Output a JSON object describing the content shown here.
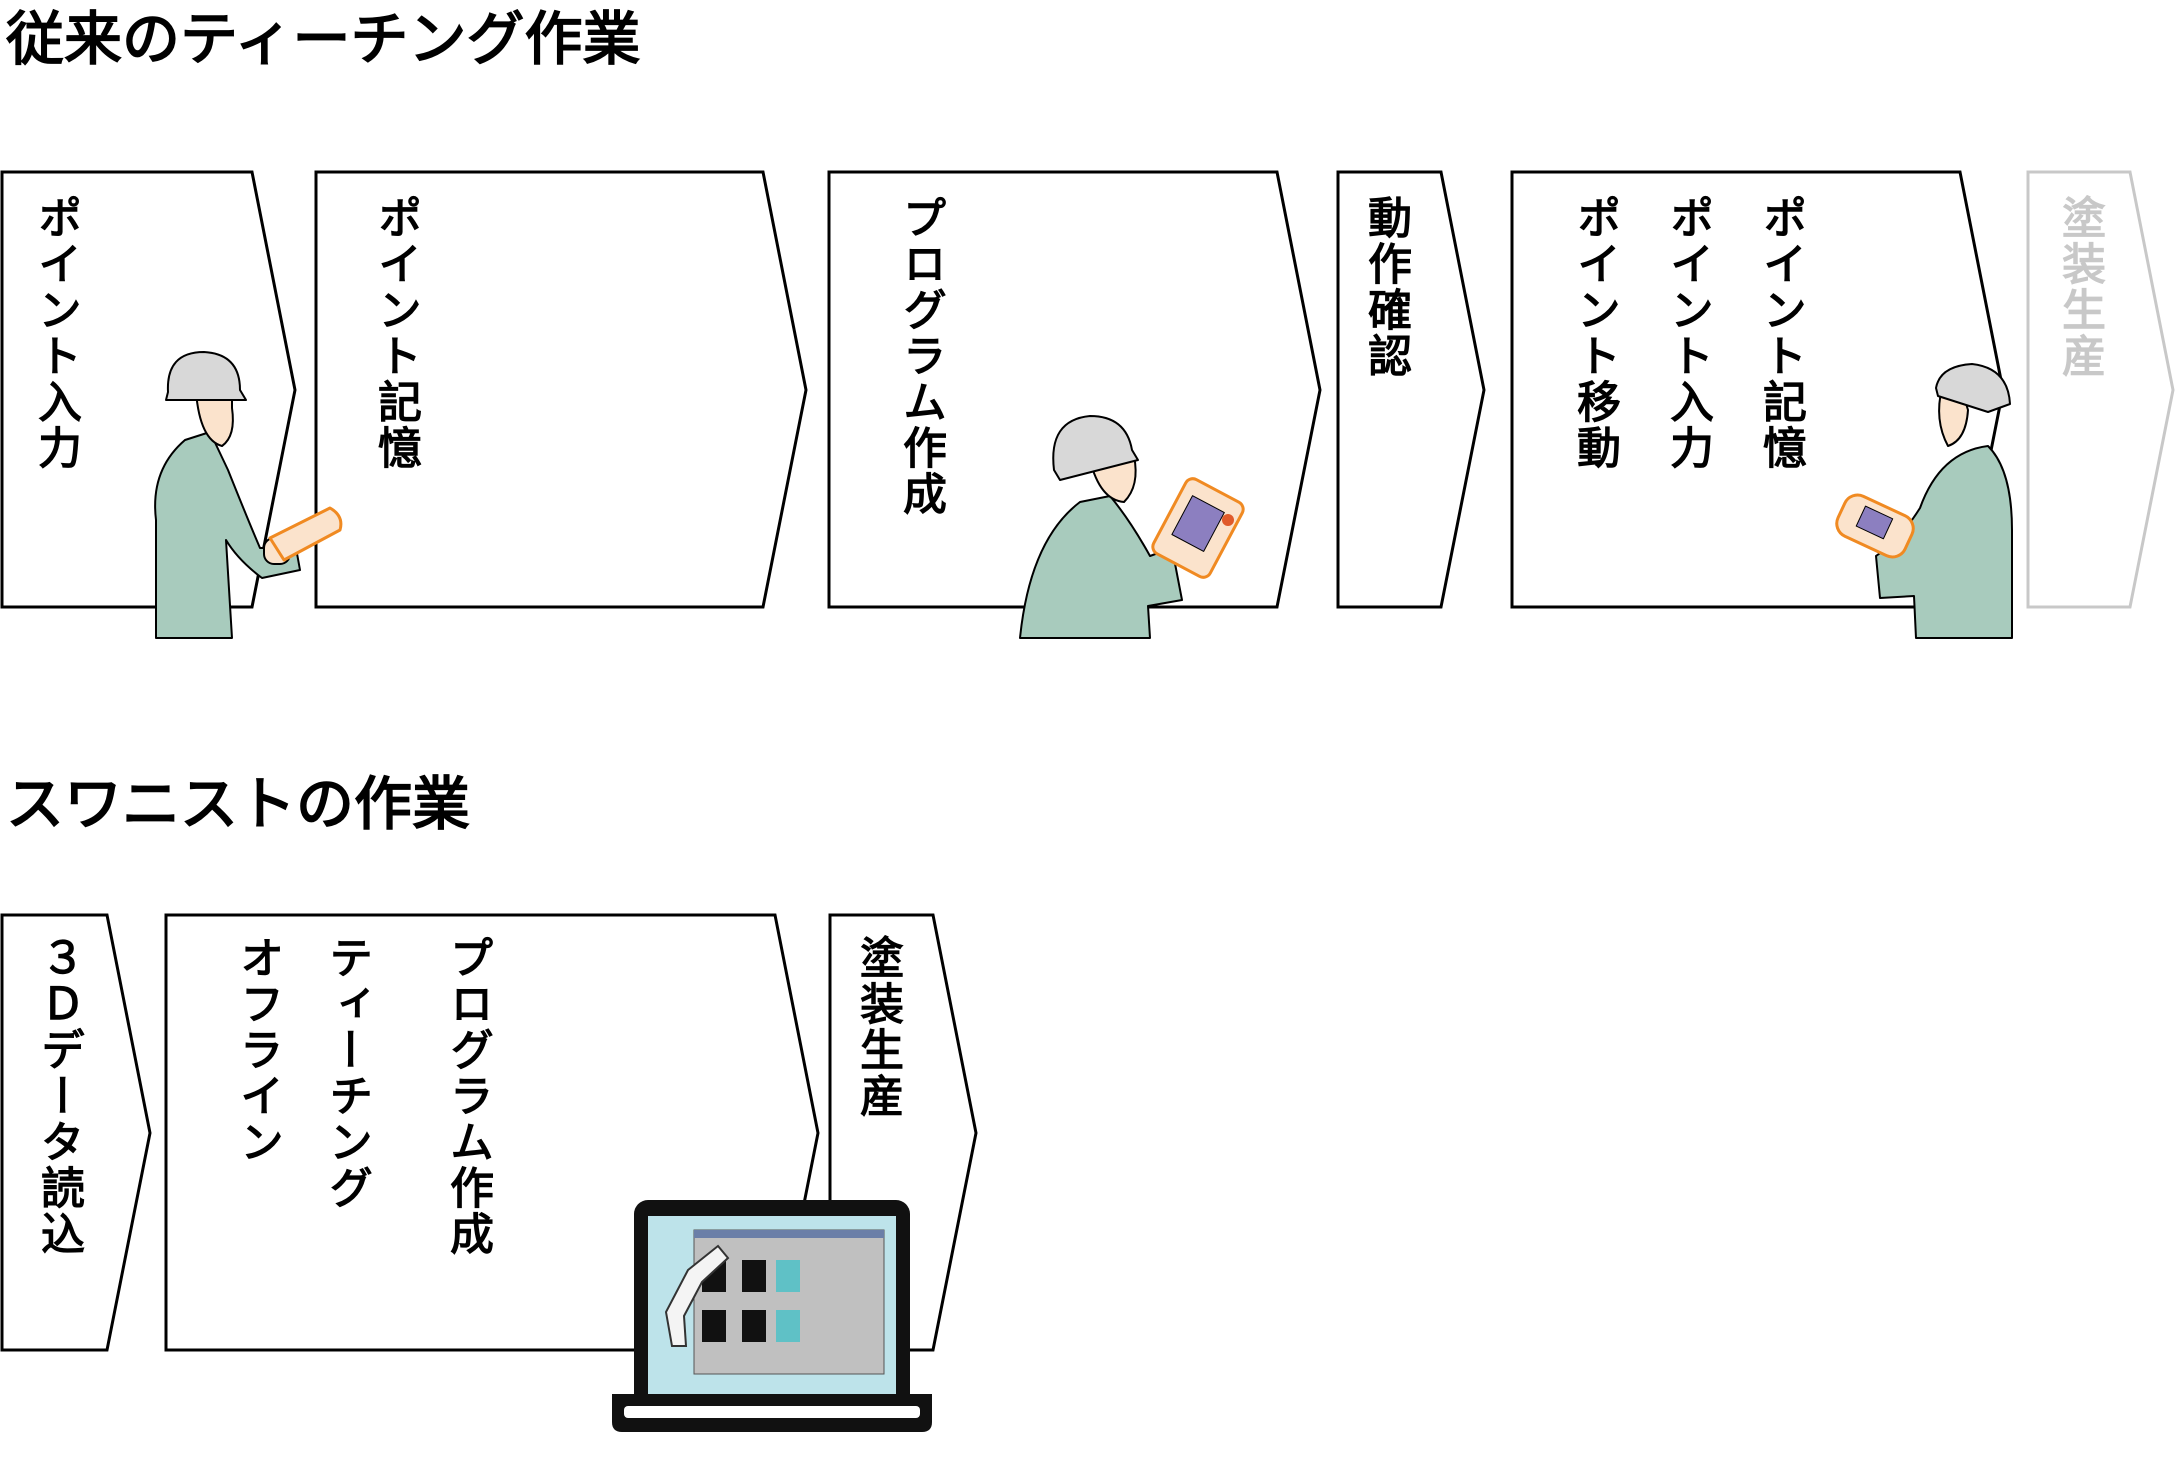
{
  "headings": {
    "conventional": "従来のティーチング作業",
    "swanist": "スワニストの作業"
  },
  "conventional_steps": [
    {
      "lines": [
        "ポイント入力"
      ],
      "dimmed": false
    },
    {
      "lines": [
        "ポイント記憶"
      ],
      "dimmed": false
    },
    {
      "lines": [
        "プログラム作成"
      ],
      "dimmed": false
    },
    {
      "lines": [
        "動作確認"
      ],
      "dimmed": false
    },
    {
      "lines": [
        "ポイント記憶",
        "ポイント入力",
        "ポイント移動"
      ],
      "dimmed": false
    },
    {
      "lines": [
        "塗装生産"
      ],
      "dimmed": true
    }
  ],
  "swanist_steps": [
    {
      "lines": [
        "３Ｄデータ読込"
      ]
    },
    {
      "lines": [
        "プログラム作成",
        "ティーチング",
        "オフライン"
      ]
    },
    {
      "lines": [
        "塗装生産"
      ]
    }
  ],
  "illustrations": {
    "worker_1": "worker-holding-teach-pendant",
    "worker_2": "worker-looking-at-teach-pendant",
    "worker_3": "worker-holding-teach-pendant-looking-up",
    "laptop": "laptop-with-offline-teaching-software"
  },
  "colors": {
    "arrow_stroke": "#000000",
    "dimmed": "#c8c8c8",
    "shirt": "#a8cbbd",
    "helmet": "#d8d8d8",
    "skin": "#fbe3cc",
    "outline_orange": "#f08a22",
    "screen": "#bde3ea",
    "pendant_screen": "#8c7fc0"
  }
}
